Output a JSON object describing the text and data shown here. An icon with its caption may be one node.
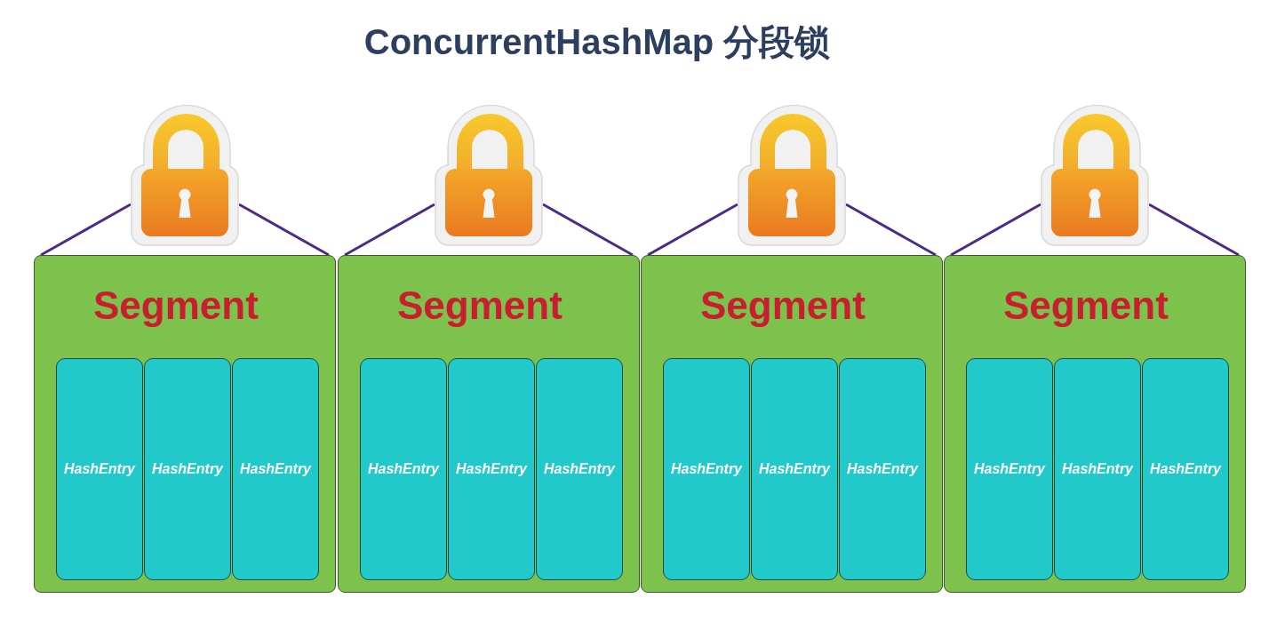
{
  "diagram": {
    "title": "ConcurrentHashMap 分段锁",
    "nodes": [
      {
        "text": [],
        "shape": "picture"
      },
      {
        "text": [],
        "shape": "picture"
      },
      {
        "text": [],
        "shape": "picture"
      },
      {
        "text": [],
        "shape": "picture"
      },
      {
        "text": [
          "Segment"
        ]
      },
      {
        "text": [
          "HashEntry"
        ],
        "in": 4
      },
      {
        "text": [
          "HashEntry"
        ],
        "in": 4
      },
      {
        "text": [
          "HashEntry"
        ],
        "in": 4
      },
      {
        "text": [
          "Segment"
        ]
      },
      {
        "text": [
          "HashEntry"
        ],
        "in": 8
      },
      {
        "text": [
          "HashEntry"
        ],
        "in": 8
      },
      {
        "text": [
          "HashEntry"
        ],
        "in": 8
      },
      {
        "text": [
          "Segment"
        ]
      },
      {
        "text": [
          "HashEntry"
        ],
        "in": 12
      },
      {
        "text": [
          "HashEntry"
        ],
        "in": 12
      },
      {
        "text": [
          "HashEntry"
        ],
        "in": 12
      },
      {
        "text": [
          "Segment"
        ]
      },
      {
        "text": [
          "HashEntry"
        ],
        "in": 16
      },
      {
        "text": [
          "HashEntry"
        ],
        "in": 16
      },
      {
        "text": [
          "HashEntry"
        ],
        "in": 16
      }
    ],
    "edges": [
      {
        "from": 0,
        "to": 4,
        "arrow": "none"
      },
      {
        "from": 0,
        "to": 4,
        "arrow": "none"
      },
      {
        "from": 1,
        "to": 8,
        "arrow": "none"
      },
      {
        "from": 1,
        "to": 8,
        "arrow": "none"
      },
      {
        "from": 2,
        "to": 12,
        "arrow": "none"
      },
      {
        "from": 2,
        "to": 12,
        "arrow": "none"
      },
      {
        "from": 3,
        "to": 16,
        "arrow": "none"
      },
      {
        "from": 3,
        "to": 16,
        "arrow": "none"
      }
    ]
  }
}
